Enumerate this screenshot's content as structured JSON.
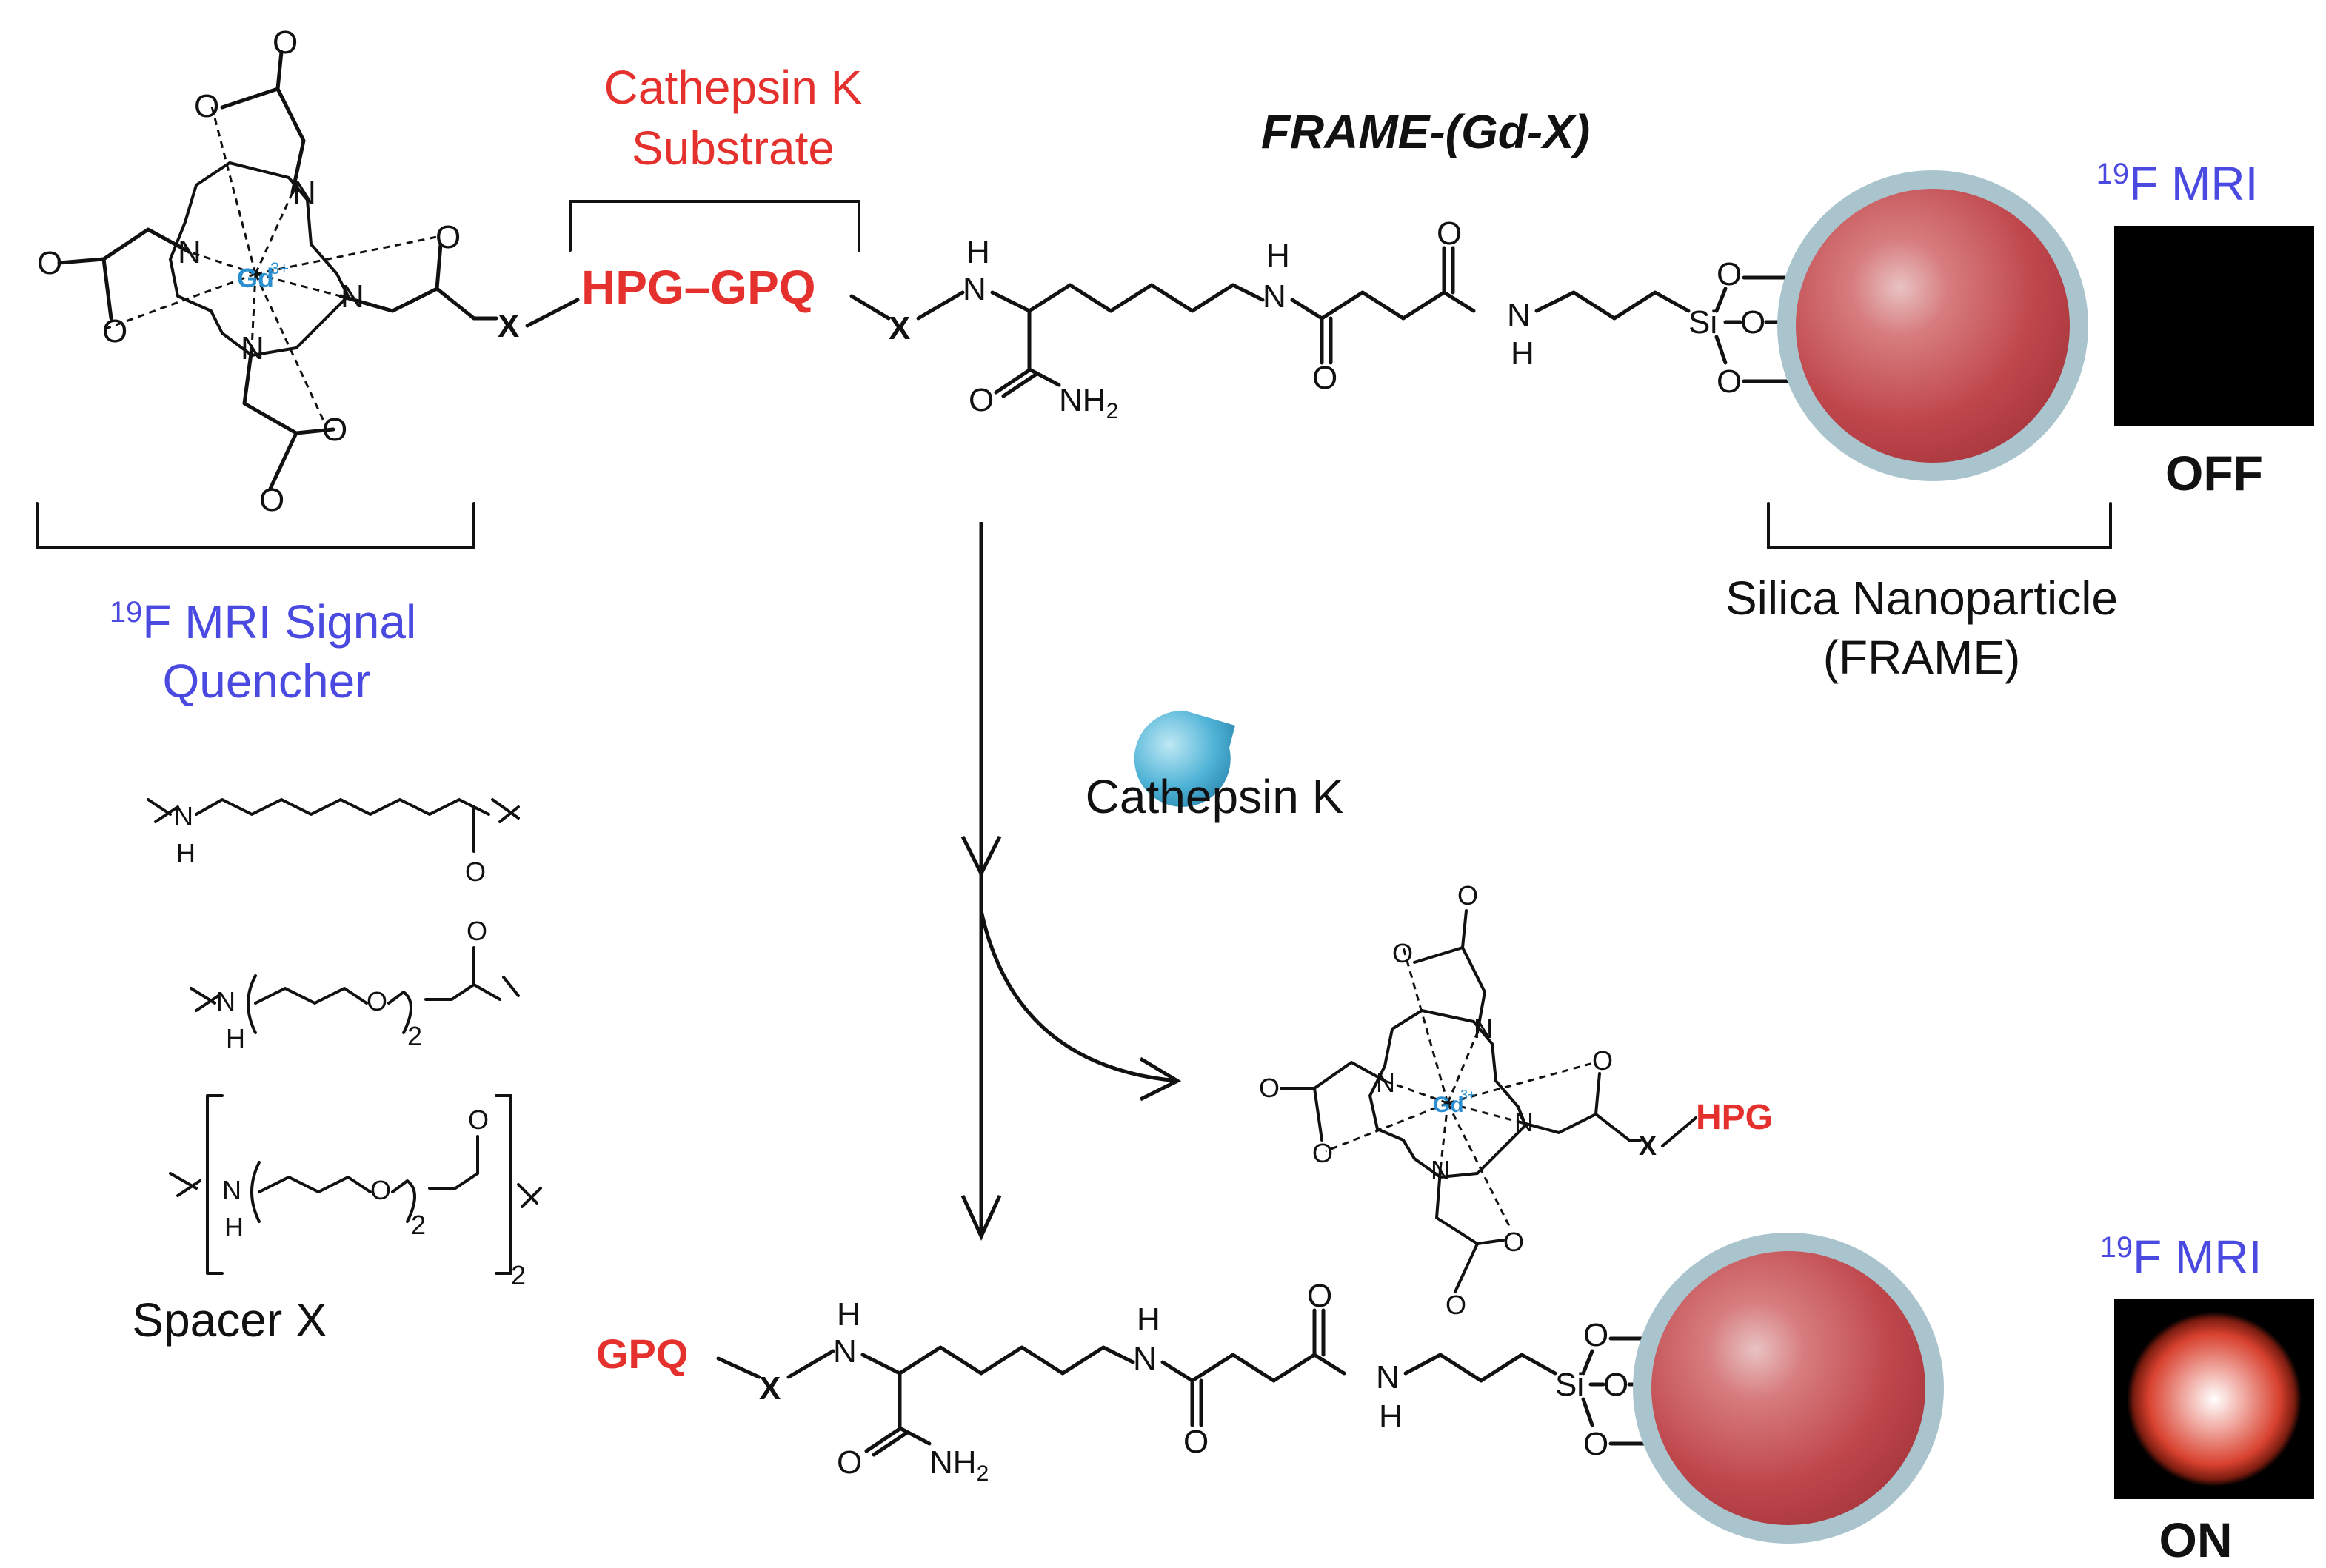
{
  "title": "FRAME-(Gd-X)",
  "substrate_label_1": "Cathepsin K",
  "substrate_label_2": "Substrate",
  "peptide_full": "HPG–GPQ",
  "peptide_hpg": "HPG",
  "peptide_gpq": "GPQ",
  "spacer_symbol": "X",
  "gd_label": "Gd",
  "gd_charge": "3+",
  "quencher_label_1": "F MRI Signal",
  "quencher_label_2": "Quencher",
  "mri_superscript": "19",
  "mri_label": "F MRI",
  "off_label": "OFF",
  "on_label": "ON",
  "nanoparticle_label_1": "Silica Nanoparticle",
  "nanoparticle_label_2": "(FRAME)",
  "enzyme_label": "Cathepsin K",
  "spacer_label": "Spacer X",
  "atoms": {
    "N": "N",
    "H": "H",
    "O": "O",
    "Si": "Si",
    "NH2": "NH",
    "sub2": "2"
  },
  "colors": {
    "red_text": "#e5312e",
    "blue_text": "#4a4ae0",
    "gd_blue": "#2a8fd0",
    "nanoparticle_core": "#c24a4f",
    "nanoparticle_shell": "#a9c4cc",
    "enzyme": "#4fb3d6"
  }
}
